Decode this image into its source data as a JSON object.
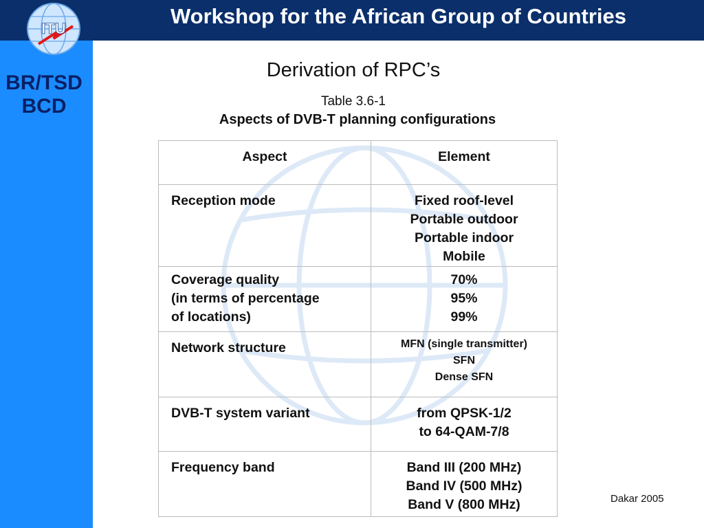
{
  "header": {
    "title": "Workshop for the African Group of Countries"
  },
  "sidebar": {
    "org_line1": "BR/TSD",
    "org_line2": "BCD",
    "logo_text": "ITU"
  },
  "slide": {
    "title": "Derivation of RPC’s",
    "table_number": "Table 3.6-1",
    "table_caption": "Aspects of DVB-T planning configurations"
  },
  "table": {
    "headers": [
      "Aspect",
      "Element"
    ],
    "rows": [
      {
        "aspect": [
          "Reception mode"
        ],
        "element": [
          "Fixed roof-level",
          "Portable outdoor",
          "Portable indoor",
          "Mobile"
        ]
      },
      {
        "aspect": [
          "Coverage quality",
          "(in terms of percentage",
          "of locations)"
        ],
        "element": [
          "70%",
          "95%",
          "99%"
        ]
      },
      {
        "aspect": [
          "Network structure"
        ],
        "element": [
          "MFN (single transmitter)",
          "SFN",
          "Dense SFN"
        ]
      },
      {
        "aspect": [
          "DVB-T system variant"
        ],
        "element": [
          "from QPSK-1/2",
          "to 64-QAM-7/8"
        ]
      },
      {
        "aspect": [
          "Frequency band"
        ],
        "element": [
          "Band III (200 MHz)",
          "Band IV (500 MHz)",
          "Band V (800 MHz)"
        ]
      }
    ]
  },
  "footer": {
    "text": "Dakar 2005"
  }
}
